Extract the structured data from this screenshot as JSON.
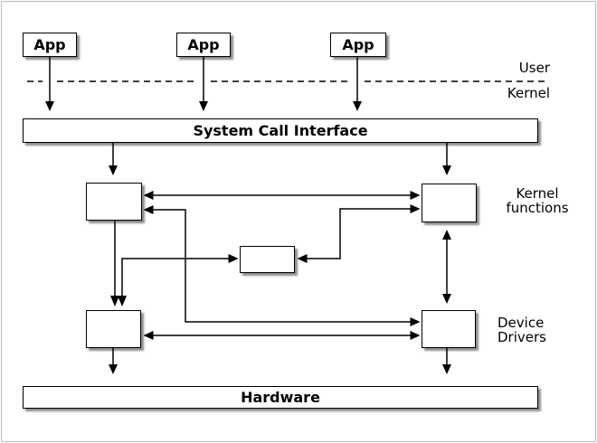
{
  "diagram": {
    "apps": [
      {
        "label": "App"
      },
      {
        "label": "App"
      },
      {
        "label": "App"
      }
    ],
    "boundary": {
      "user_label": "User",
      "kernel_label": "Kernel"
    },
    "system_call_interface": {
      "label": "System Call Interface"
    },
    "kernel_functions": {
      "side_label_line1": "Kernel",
      "side_label_line2": "functions",
      "left_box_label": "",
      "right_box_label": ""
    },
    "middle_box": {
      "label": ""
    },
    "device_drivers": {
      "side_label_line1": "Device",
      "side_label_line2": "Drivers",
      "left_box_label": "",
      "right_box_label": ""
    },
    "hardware": {
      "label": "Hardware"
    },
    "colors": {
      "line": "#000000",
      "box_background": "#ffffff",
      "shadow": "#999999"
    }
  }
}
